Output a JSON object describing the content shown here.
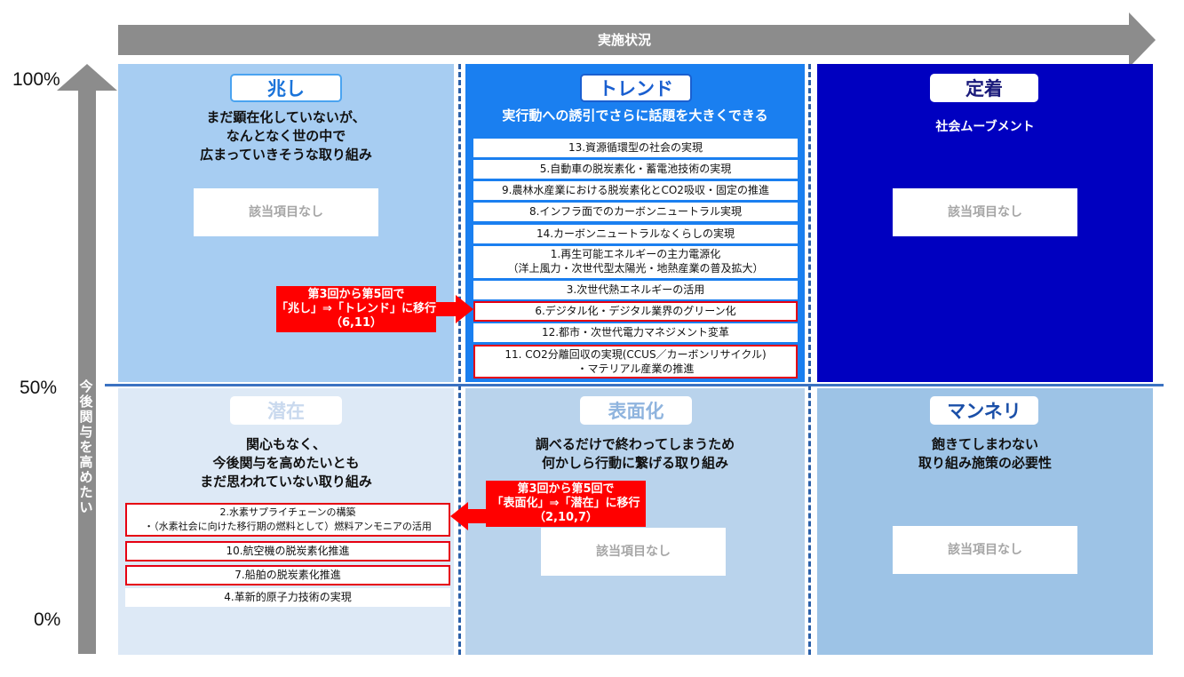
{
  "header": {
    "label": "実施状況"
  },
  "axis": {
    "label": "今後関与を高めたい",
    "top": "100%",
    "mid": "50%",
    "bottom": "0%"
  },
  "quadrants": {
    "top_left": {
      "title": "兆し",
      "desc": [
        "まだ顕在化していないが、",
        "なんとなく世の中で",
        "広まっていきそうな取り組み"
      ],
      "empty": "該当項目なし"
    },
    "top_mid": {
      "title": "トレンド",
      "desc": [
        "実行動への誘引でさらに話題を大きくできる"
      ],
      "items": [
        [
          "13.資源循環型の社会の実現"
        ],
        [
          "5.自動車の脱炭素化・蓄電池技術の実現"
        ],
        [
          "9.農林水産業における脱炭素化とCO2吸収・固定の推進"
        ],
        [
          "8.インフラ面でのカーボンニュートラル実現"
        ],
        [
          "14.カーボンニュートラルなくらしの実現"
        ],
        [
          "1.再生可能エネルギーの主力電源化",
          "（洋上風力・次世代型太陽光・地熱産業の普及拡大）"
        ],
        [
          "3.次世代熱エネルギーの活用"
        ],
        [
          "6.デジタル化・デジタル業界のグリーン化"
        ],
        [
          "12.都市・次世代電力マネジメント変革"
        ],
        [
          "11. CO2分離回収の実現(CCUS／カーボンリサイクル)",
          "・マテリアル産業の推進"
        ]
      ]
    },
    "top_right": {
      "title": "定着",
      "desc": [
        "社会ムーブメント"
      ],
      "empty": "該当項目なし"
    },
    "bot_left": {
      "title": "潜在",
      "desc": [
        "関心もなく、",
        "今後関与を高めたいとも",
        "まだ思われていない取り組み"
      ],
      "items": [
        [
          "2.水素サプライチェーンの構築",
          "・（水素社会に向けた移行期の燃料として）燃料アンモニアの活用"
        ],
        [
          "10.航空機の脱炭素化推進"
        ],
        [
          "7.船舶の脱炭素化推進"
        ],
        [
          "4.革新的原子力技術の実現"
        ]
      ]
    },
    "bot_mid": {
      "title": "表面化",
      "desc": [
        "調べるだけで終わってしまうため",
        "何かしら行動に繋げる取り組み"
      ],
      "empty": "該当項目なし"
    },
    "bot_right": {
      "title": "マンネリ",
      "desc": [
        "飽きてしまわない",
        "取り組み施策の必要性"
      ],
      "empty": "該当項目なし"
    }
  },
  "callouts": {
    "to_trend": [
      "第3回から第5回で",
      "「兆し」⇒「トレンド」に移行",
      "（6,11）"
    ],
    "to_latent": [
      "第3回から第5回で",
      "「表面化」⇒「潜在」に移行",
      "（2,10,7）"
    ]
  },
  "colors": {
    "arrow": "#8c8c8c",
    "q_top_left": "#a7cdf2",
    "q_top_mid": "#1a7ff0",
    "q_top_right": "#0000c0",
    "q_bot_left": "#dde9f6",
    "q_bot_mid": "#b9d3ec",
    "q_bot_right": "#9dc3e6",
    "highlight": "#e60012",
    "callout": "#ff0000"
  }
}
